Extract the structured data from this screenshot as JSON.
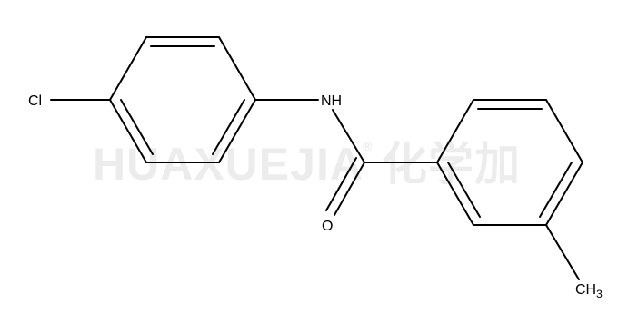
{
  "watermark": {
    "text": "HUAXUEJIA",
    "registered": "®",
    "chinese": "化学加"
  },
  "atoms": {
    "chlorine": "Cl",
    "amine": "NH",
    "oxygen": "O",
    "methyl_base": "CH",
    "methyl_sub": "3"
  }
}
